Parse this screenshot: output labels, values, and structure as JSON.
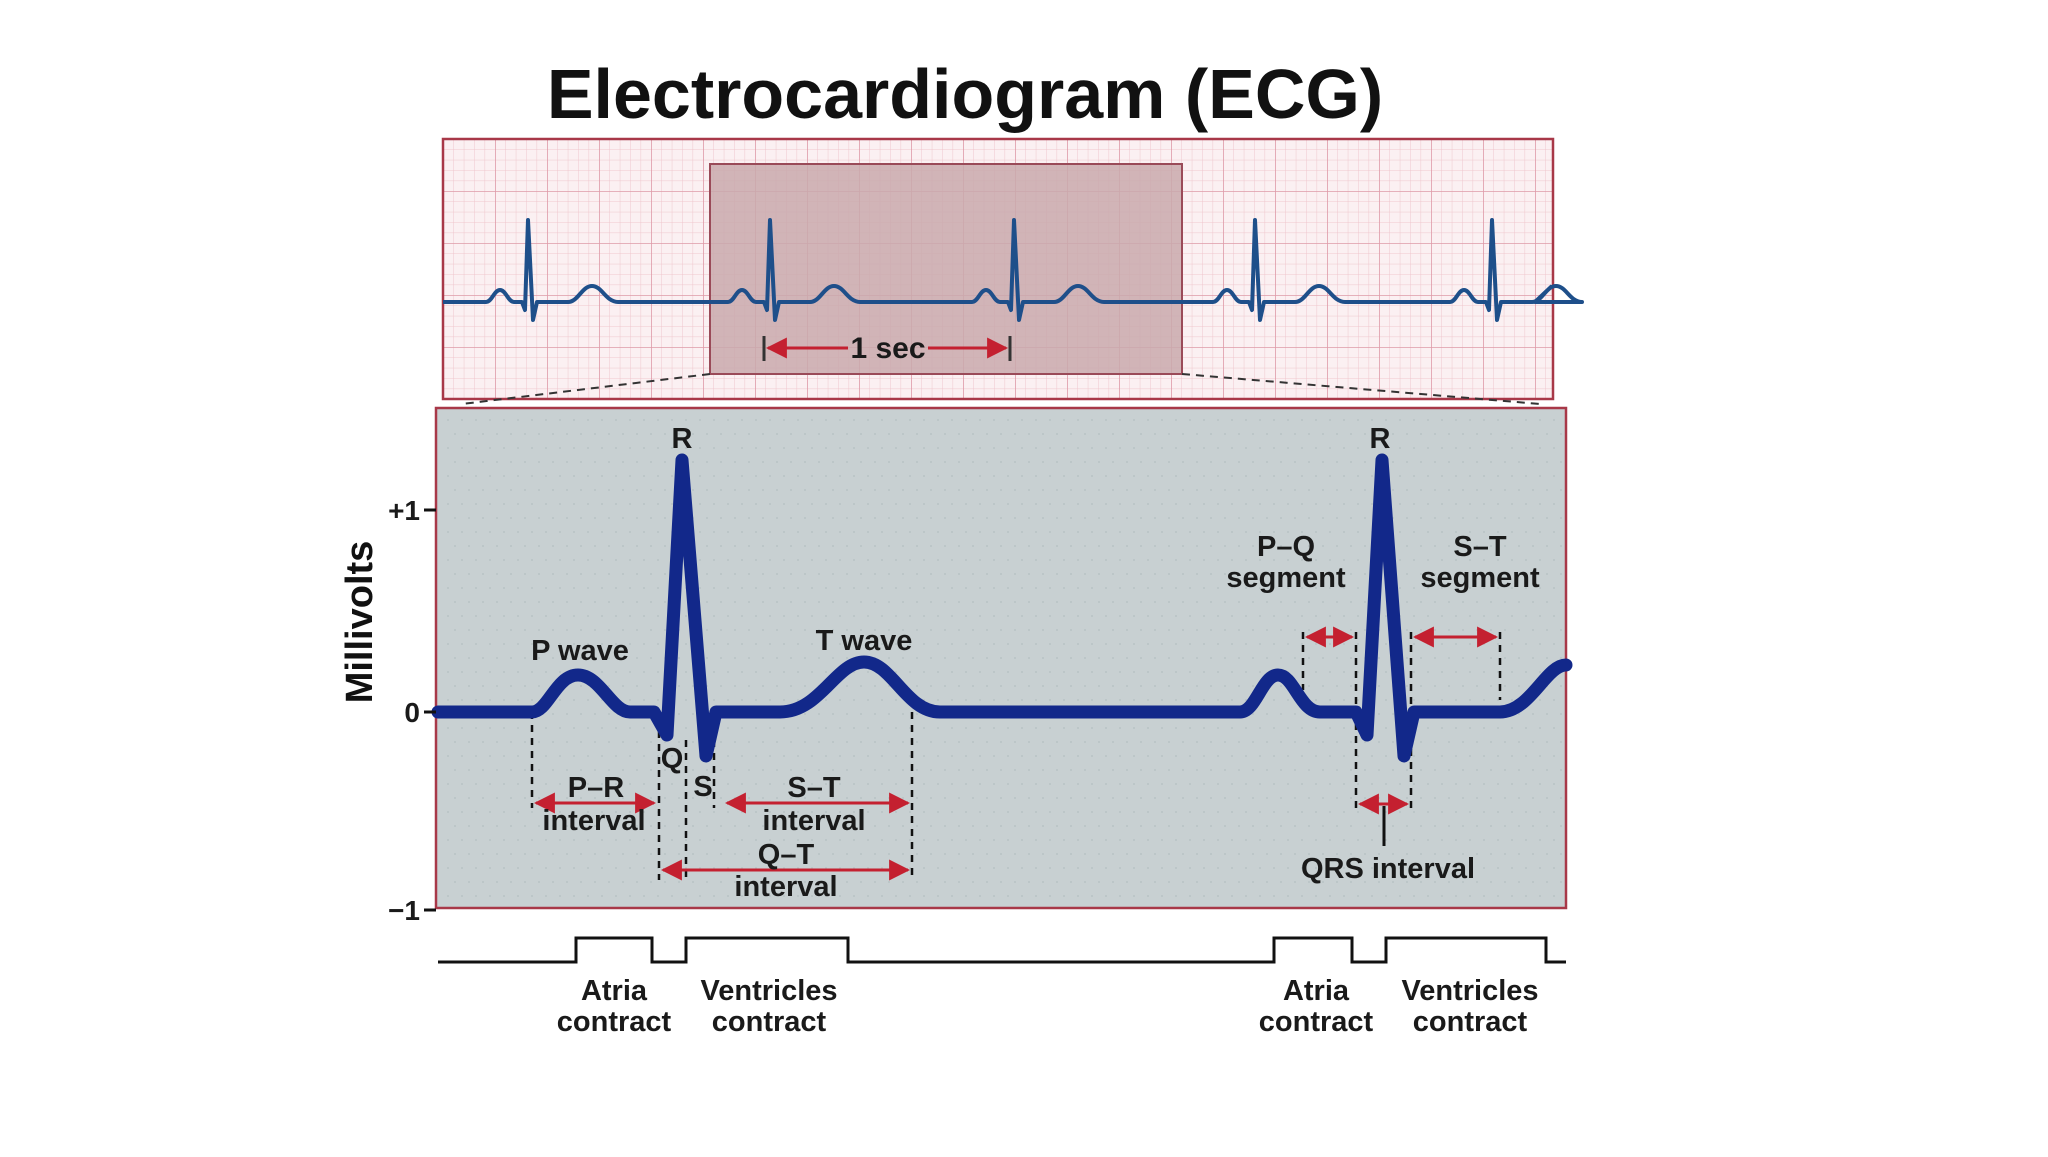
{
  "title": "Electrocardiogram (ECG)",
  "strip": {
    "scale_label": "1 sec"
  },
  "axis": {
    "title": "Millivolts",
    "ticks": [
      "+1",
      "0",
      "−1"
    ]
  },
  "waves": {
    "r_left": "R",
    "r_right": "R",
    "p_wave": "P wave",
    "t_wave": "T wave",
    "q": "Q",
    "s": "S"
  },
  "intervals": {
    "pr_line1": "P–R",
    "pr_line2": "interval",
    "st_line1": "S–T",
    "st_line2": "interval",
    "qt_line1": "Q–T",
    "qt_line2": "interval",
    "qrs": "QRS interval"
  },
  "segments": {
    "pq_line1": "P–Q",
    "pq_line2": "segment",
    "st_line1": "S–T",
    "st_line2": "segment"
  },
  "contractions": {
    "atria_line1": "Atria",
    "atria_line2": "contract",
    "ventricles_line1": "Ventricles",
    "ventricles_line2": "contract"
  },
  "colors": {
    "trace": "#12288a",
    "strip_trace": "#1e4f8a",
    "grid": "#e8b4bf",
    "grid_border": "#a83848",
    "panel_bg": "#c8d0d2",
    "highlight": "#c9a9ad",
    "arrow": "#c42030"
  }
}
